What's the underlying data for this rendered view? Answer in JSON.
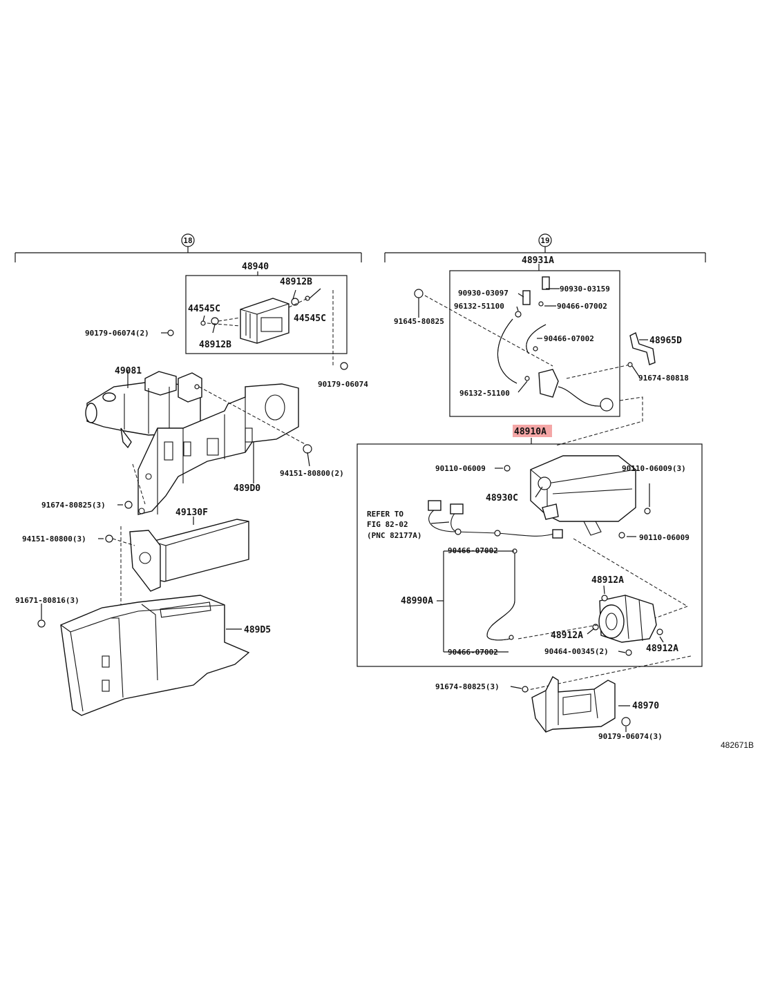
{
  "groups": {
    "left": "18",
    "right": "19"
  },
  "highlight_color": "#f4a6a6",
  "labels": {
    "p48940": "48940",
    "p48912B_top": "48912B",
    "p44545C_left": "44545C",
    "p44545C_right": "44545C",
    "p90179_06074_2": "90179-06074(2)",
    "p48912B_bot": "48912B",
    "p90179_06074": "90179-06074",
    "p49081": "49081",
    "p94151_80800_2": "94151-80800(2)",
    "p489D0": "489D0",
    "p91674_80825_3": "91674-80825(3)",
    "p49130F": "49130F",
    "p94151_80800_3": "94151-80800(3)",
    "p91671_80816_3": "91671-80816(3)",
    "p489D5": "489D5",
    "p48931A": "48931A",
    "p90930_03097": "90930-03097",
    "p90930_03159": "90930-03159",
    "p96132_51100_a": "96132-51100",
    "p90466_07002_a": "90466-07002",
    "p91645_80825": "91645-80825",
    "p90466_07002_b": "90466-07002",
    "p48965D": "48965D",
    "p91674_80818": "91674-80818",
    "p96132_51100_b": "96132-51100",
    "p48910A": "48910A",
    "p90110_06009_a": "90110-06009",
    "p90110_06009_3": "90110-06009(3)",
    "p48930C": "48930C",
    "refer_1": "REFER TO",
    "refer_2": "FIG 82-02",
    "refer_3": "(PNC 82177A)",
    "p90110_06009_b": "90110-06009",
    "p90466_07002_c": "90466-07002",
    "p48912A_top": "48912A",
    "p48990A": "48990A",
    "p48912A_left": "48912A",
    "p90464_00345_2": "90464-00345(2)",
    "p48912A_right": "48912A",
    "p90466_07002_d": "90466-07002",
    "p91674_80825_3b": "91674-80825(3)",
    "p48970": "48970",
    "p90179_06074_3": "90179-06074(3)",
    "figure_id": "482671B"
  }
}
